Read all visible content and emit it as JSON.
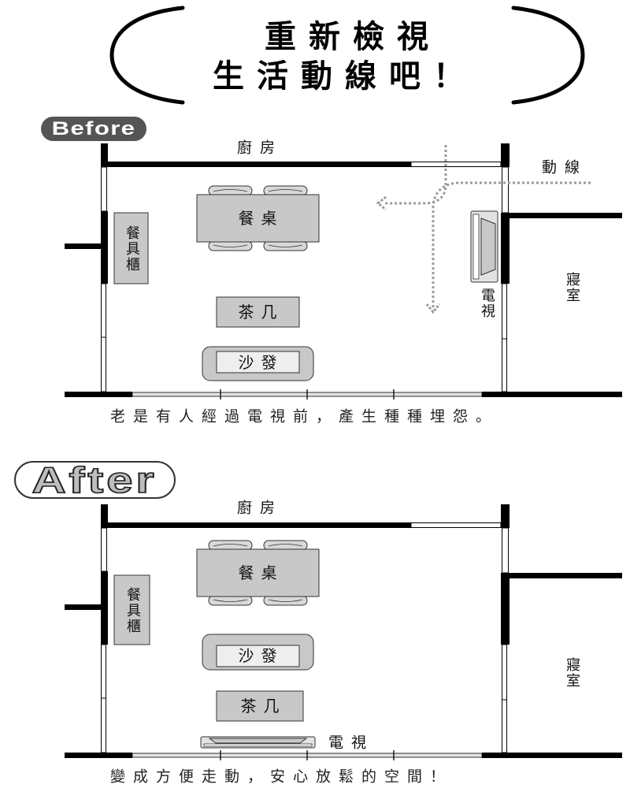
{
  "title": {
    "line1": "重新檢視",
    "line2": "生活動線吧！"
  },
  "before": {
    "badge": "Before",
    "kitchen": "廚房",
    "flow": "動線",
    "dining_table": "餐桌",
    "cabinet": "餐具櫃",
    "coffee_table": "茶几",
    "sofa": "沙發",
    "tv": "電視",
    "bedroom": "寢室",
    "caption": "老是有人經過電視前，產生種種埋怨。"
  },
  "after": {
    "badge": "After",
    "kitchen": "廚房",
    "dining_table": "餐桌",
    "cabinet": "餐具櫃",
    "sofa": "沙發",
    "coffee_table": "茶几",
    "tv": "電視",
    "bedroom": "寢室",
    "caption": "變成方便走動，安心放鬆的空間！"
  },
  "colors": {
    "wall": "#000000",
    "furniture": "#c8c8c8",
    "flow_path": "#999999",
    "before_badge": "#555555",
    "after_badge_text": "#bdbdbd"
  }
}
